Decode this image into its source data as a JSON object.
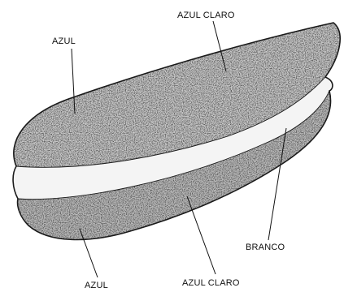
{
  "labels": {
    "azul_top": "AZUL",
    "azul_claro_top": "AZUL CLARO",
    "branco": "BRANCO",
    "azul_bottom": "AZUL",
    "azul_claro_bottom": "AZUL CLARO"
  }
}
